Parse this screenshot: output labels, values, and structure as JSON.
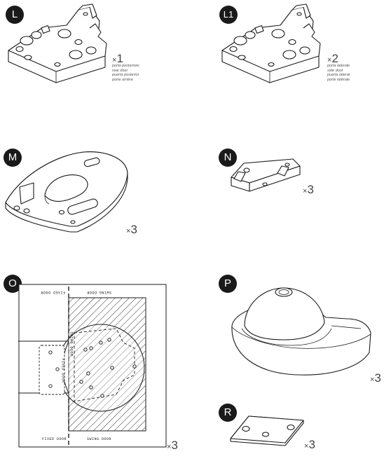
{
  "parts": {
    "L": {
      "letter": "L",
      "qty_x": "×",
      "qty_n": "1",
      "notes": [
        "porta posteriore",
        "rear door",
        "puerta posterior",
        "porte arrière"
      ]
    },
    "L1": {
      "letter": "L1",
      "qty_x": "×",
      "qty_n": "2",
      "notes": [
        "porta laterale",
        "side door",
        "puerta lateral",
        "porte latérale"
      ]
    },
    "M": {
      "letter": "M",
      "qty_x": "×",
      "qty_n": "3"
    },
    "N": {
      "letter": "N",
      "qty_x": "×",
      "qty_n": "3"
    },
    "O": {
      "letter": "O",
      "qty_x": "×",
      "qty_n": "3",
      "labels": {
        "fixed_door_top": "FIXED DOOR",
        "swing_door_top": "SWING DOOR",
        "fixed_door_bottom": "FIXED DOOR",
        "swing_door_bottom": "SWING DOOR",
        "side_top": "SWING DOOR",
        "side_bottom": "FIXED DOOR"
      }
    },
    "P": {
      "letter": "P",
      "qty_x": "×",
      "qty_n": "3"
    },
    "R": {
      "letter": "R",
      "qty_x": "×",
      "qty_n": "3"
    }
  }
}
